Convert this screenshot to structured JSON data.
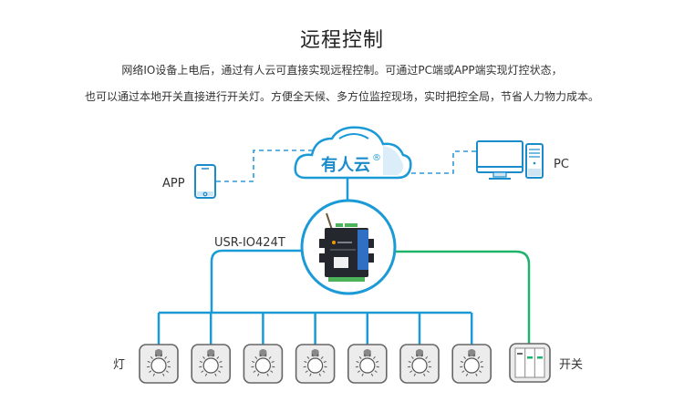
{
  "header": {
    "title": "远程控制",
    "description_line1": "网络IO设备上电后，通过有人云可直接实现远程控制。可通过PC端或APP端实现灯控状态，",
    "description_line2": "也可以通过本地开关直接进行开关灯。方便全天候、多方位监控现场，实时把控全局，节省人力物力成本。"
  },
  "diagram": {
    "cloud": {
      "label": "有人云",
      "mark": "®"
    },
    "app": {
      "label": "APP",
      "icon": "smartphone-icon"
    },
    "pc": {
      "label": "PC",
      "icon": "desktop-computer-icon"
    },
    "device": {
      "label": "USR-IO424T",
      "icon": "io-controller-device-icon"
    },
    "lights": {
      "label": "灯",
      "count": 7,
      "icon": "light-bulb-icon"
    },
    "switch": {
      "label": "开关",
      "icon": "wall-switch-icon"
    },
    "colors": {
      "blue": "#1a9ad6",
      "green": "#1db36b",
      "dashed": "#2b9ad8",
      "box_border": "#666666",
      "box_fill": "#ececec"
    }
  }
}
